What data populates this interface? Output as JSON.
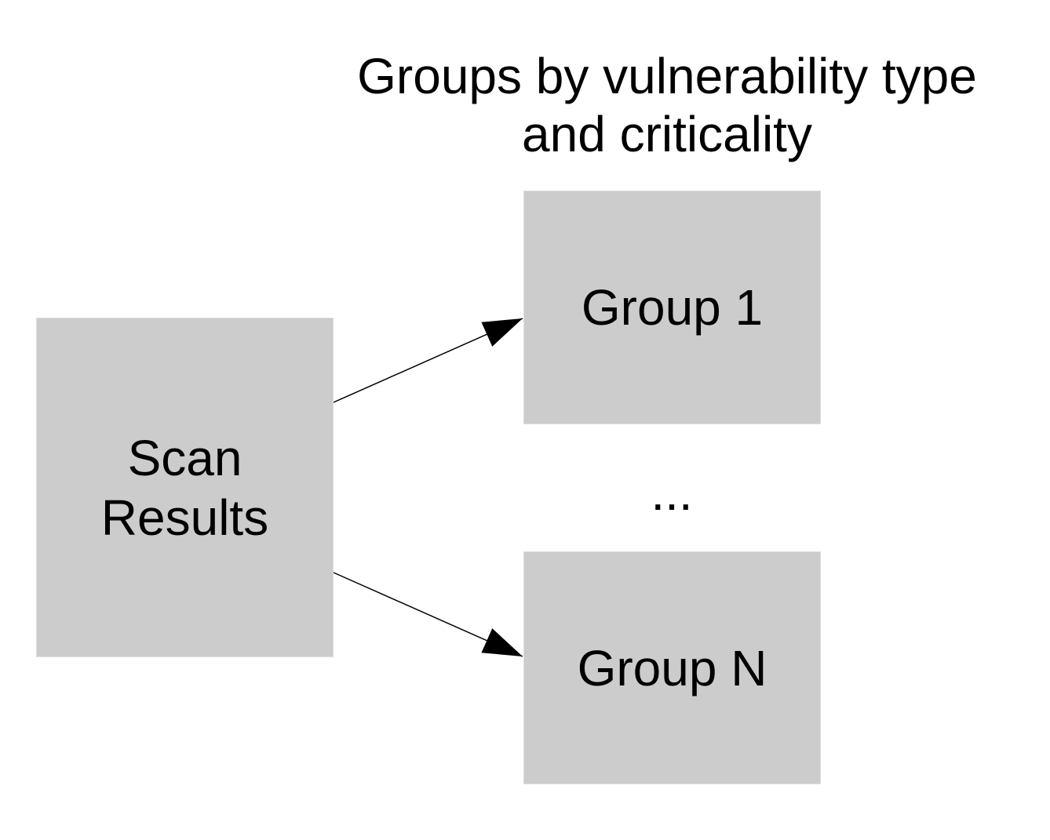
{
  "title": {
    "line1": "Groups by vulnerability type",
    "line2": "and criticality"
  },
  "nodes": {
    "scan_results": {
      "line1": "Scan",
      "line2": "Results"
    },
    "group_1": {
      "label": "Group 1"
    },
    "group_n": {
      "label": "Group N"
    }
  },
  "ellipsis": "...",
  "colors": {
    "box_fill": "#cccccc",
    "text": "#000000",
    "arrow": "#000000",
    "background": "#ffffff"
  }
}
